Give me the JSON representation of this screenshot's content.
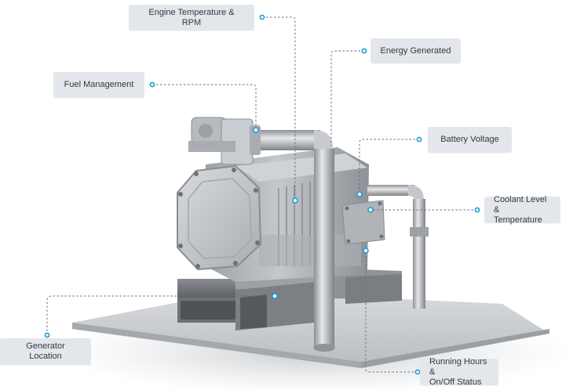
{
  "labels": {
    "engine_temp_rpm": "Engine Temperature & RPM",
    "energy_generated": "Energy Generated",
    "fuel_management": "Fuel Management",
    "battery_voltage": "Battery  Voltage",
    "coolant": "Coolant Level &\nTemperature",
    "generator_location": "Generator Location",
    "running_hours": "Running Hours &\nOn/Off Status"
  },
  "colors": {
    "accent": "#1a9bd7",
    "label_bg": "#e3e6ea",
    "label_text": "#333a42",
    "leader_line": "#6b7280"
  }
}
